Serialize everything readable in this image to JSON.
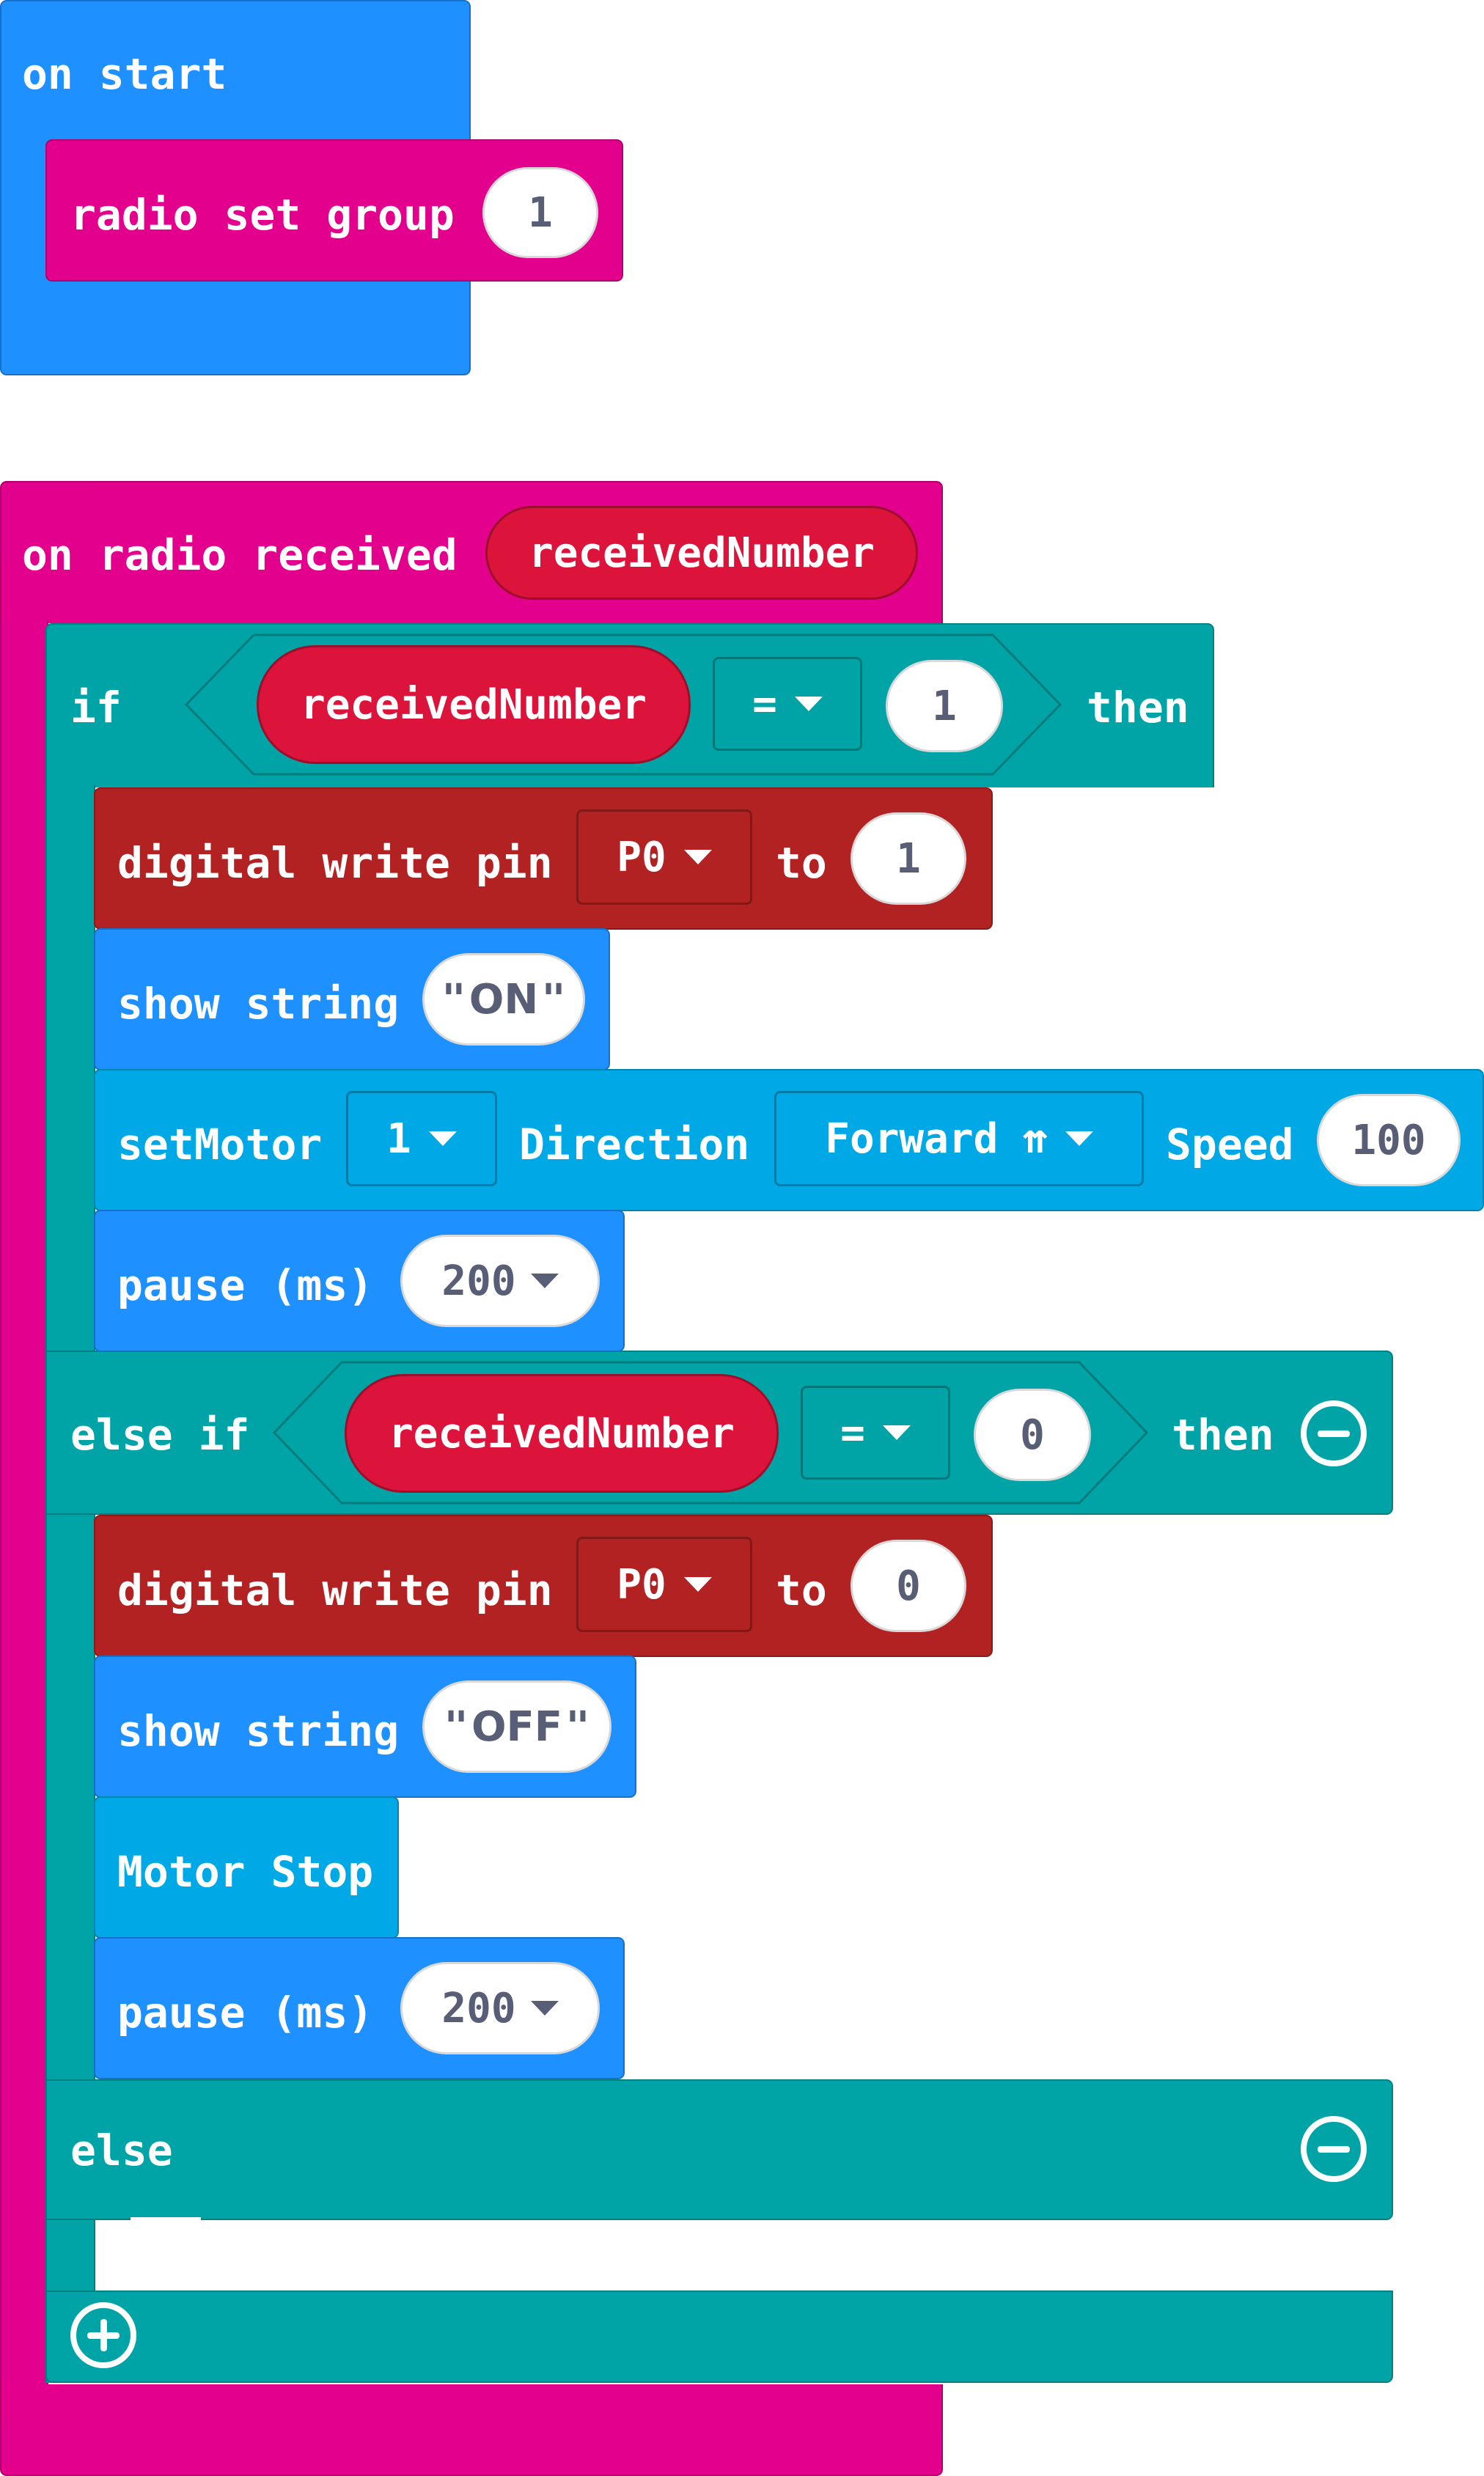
{
  "on_start": {
    "label": "on start",
    "radio_set_group": {
      "label": "radio set group",
      "value": "1"
    }
  },
  "on_radio_received": {
    "label": "on radio received",
    "param": "receivedNumber",
    "if": {
      "keyword": "if",
      "then_keyword": "then",
      "condition": {
        "left": "receivedNumber",
        "op": "=",
        "right": "1"
      },
      "body": {
        "digital_write": {
          "label": "digital write pin",
          "pin": "P0",
          "to_label": "to",
          "value": "1"
        },
        "show_string": {
          "label": "show string",
          "value": "ON"
        },
        "set_motor": {
          "label": "setMotor",
          "motor": "1",
          "direction_label": "Direction",
          "direction": "Forward ⇈",
          "speed_label": "Speed",
          "speed": "100"
        },
        "pause": {
          "label": "pause (ms)",
          "value": "200"
        }
      }
    },
    "else_if": {
      "keyword": "else if",
      "then_keyword": "then",
      "condition": {
        "left": "receivedNumber",
        "op": "=",
        "right": "0"
      },
      "body": {
        "digital_write": {
          "label": "digital write pin",
          "pin": "P0",
          "to_label": "to",
          "value": "0"
        },
        "show_string": {
          "label": "show string",
          "value": "OFF"
        },
        "motor_stop": {
          "label": "Motor Stop"
        },
        "pause": {
          "label": "pause (ms)",
          "value": "200"
        }
      }
    },
    "else": {
      "keyword": "else"
    }
  },
  "colors": {
    "basic": "#1e90ff",
    "radio": "#e3008c",
    "logic": "#00a4a6",
    "pins": "#b22222",
    "motor": "#00a9e6",
    "variable": "#dc143c"
  },
  "icons": [
    "remove-circle-icon",
    "add-circle-icon",
    "dropdown-arrow-icon"
  ]
}
